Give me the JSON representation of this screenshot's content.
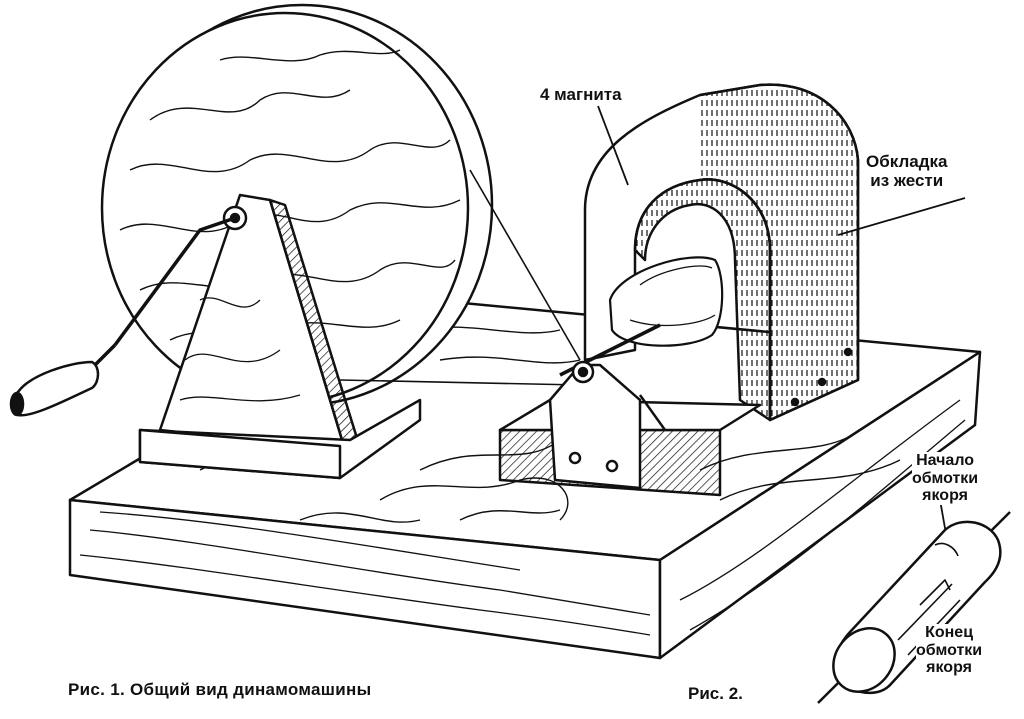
{
  "labels": {
    "magnets": "4 магнита",
    "tin_plating_line1": "Обкладка",
    "tin_plating_line2": "из жести",
    "winding_start_line1": "Начало",
    "winding_start_line2": "обмотки",
    "winding_start_line3": "якоря",
    "winding_end_line1": "Конец",
    "winding_end_line2": "обмотки",
    "winding_end_line3": "якоря"
  },
  "captions": {
    "fig1": "Рис. 1.  Общий вид динамомашины",
    "fig2": "Рис. 2."
  },
  "colors": {
    "ink": "#111111",
    "paper": "#ffffff"
  }
}
